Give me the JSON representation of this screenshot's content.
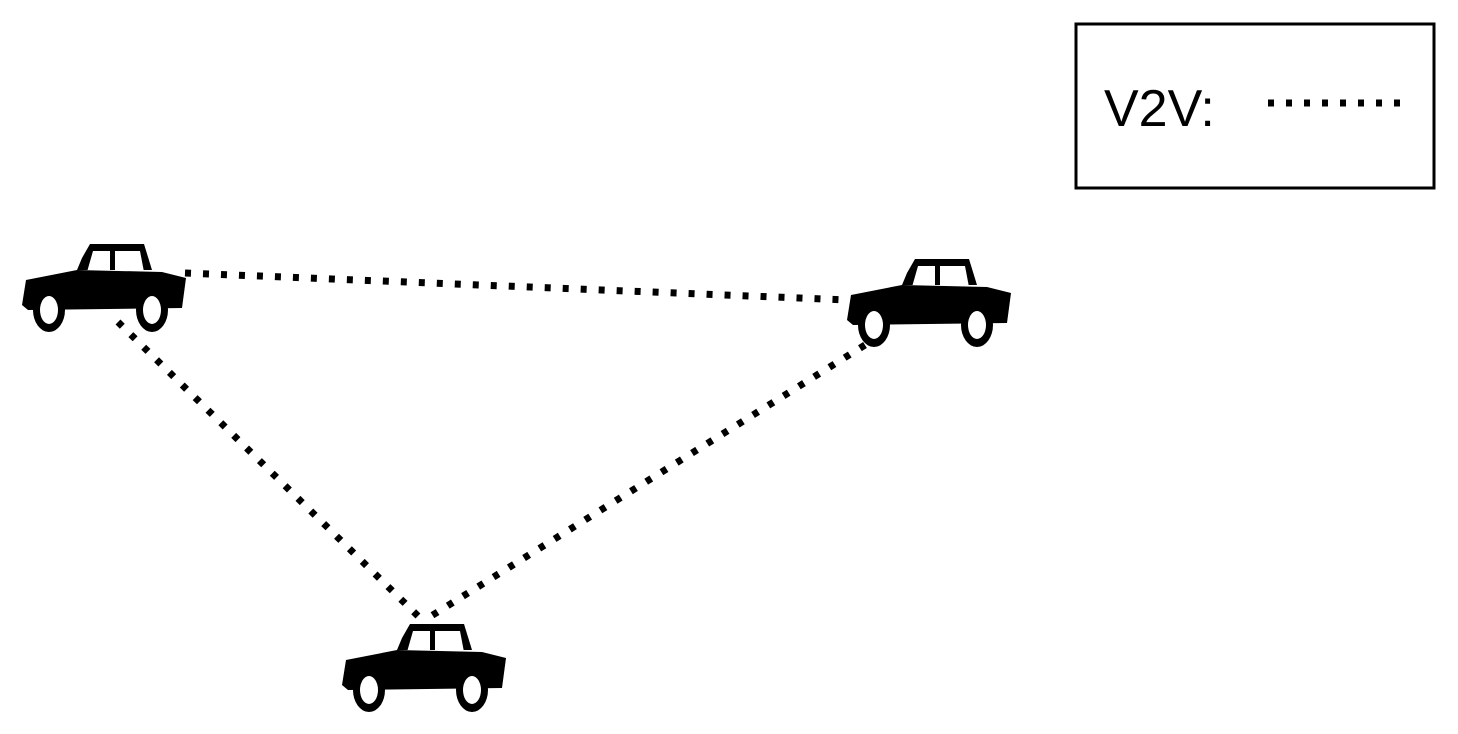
{
  "legend": {
    "label": "V2V:",
    "line_style": "dotted"
  },
  "vehicles": [
    {
      "id": "car-left",
      "icon": "car-icon"
    },
    {
      "id": "car-right",
      "icon": "car-icon"
    },
    {
      "id": "car-bottom",
      "icon": "car-icon"
    }
  ],
  "links": [
    {
      "from": "car-left",
      "to": "car-right",
      "type": "V2V"
    },
    {
      "from": "car-left",
      "to": "car-bottom",
      "type": "V2V"
    },
    {
      "from": "car-right",
      "to": "car-bottom",
      "type": "V2V"
    }
  ],
  "colors": {
    "foreground": "#000000",
    "background": "#ffffff"
  }
}
